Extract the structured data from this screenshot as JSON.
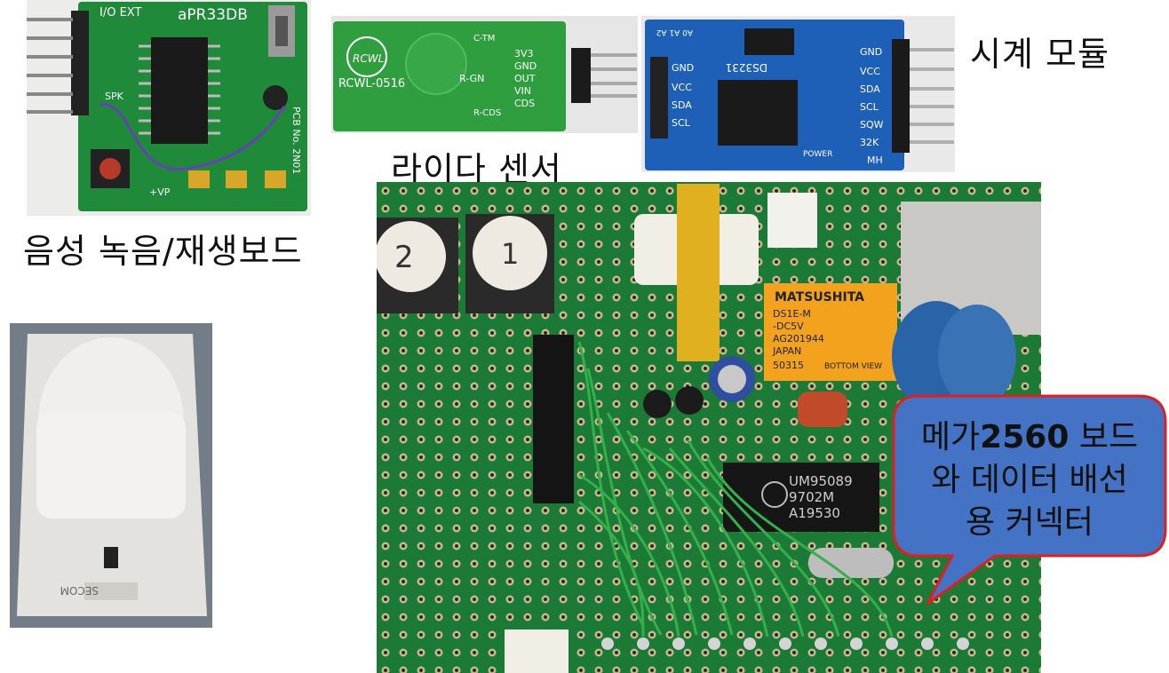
{
  "captions": {
    "voice_board": "음성 녹음/재생보드",
    "radar_sensor": "라이다 센서",
    "clock_module": "시계 모듈"
  },
  "voice_board_labels": {
    "model": "aPR33DB",
    "io": "I/O EXT",
    "spk": "SPK",
    "pcb": "PCB No. 2N01",
    "vp": "+VP"
  },
  "radar_labels": {
    "brand": "RCWL",
    "model": "RCWL-0516",
    "pins": [
      "3V3",
      "GND",
      "OUT",
      "VIN",
      "CDS"
    ],
    "r_gn": "R-GN",
    "r_cds": "R-CDS",
    "c_tm": "C-TM"
  },
  "clock_labels": {
    "chip": "DS3231",
    "pins_left": [
      "GND",
      "VCC",
      "SDA",
      "SCL"
    ],
    "pins_right": [
      "GND",
      "VCC",
      "SDA",
      "SCL",
      "SQW",
      "32K"
    ],
    "power": "POWER",
    "mh": "MH",
    "addr": "A0 A1 A2"
  },
  "sensor_labels": {
    "brand": "SECOM"
  },
  "main_board_labels": {
    "relay_brand": "MATSUSHITA",
    "relay_lines": [
      "DS1E-M",
      "-DC5V",
      "AG201944",
      "JAPAN",
      "50315"
    ],
    "relay_bottom": "BOTTOM VIEW",
    "chip_lines": [
      "UM95089",
      "9702M",
      "A19530"
    ],
    "button1": "1",
    "button2": "2"
  },
  "callout": {
    "line1_prefix": "메가",
    "line1_bold": "2560",
    "line1_suffix": " 보드",
    "line2": "와  데이터 배선",
    "line3": "용 커넥터",
    "fill_color": "#4472c4",
    "stroke_color": "#e02020"
  }
}
